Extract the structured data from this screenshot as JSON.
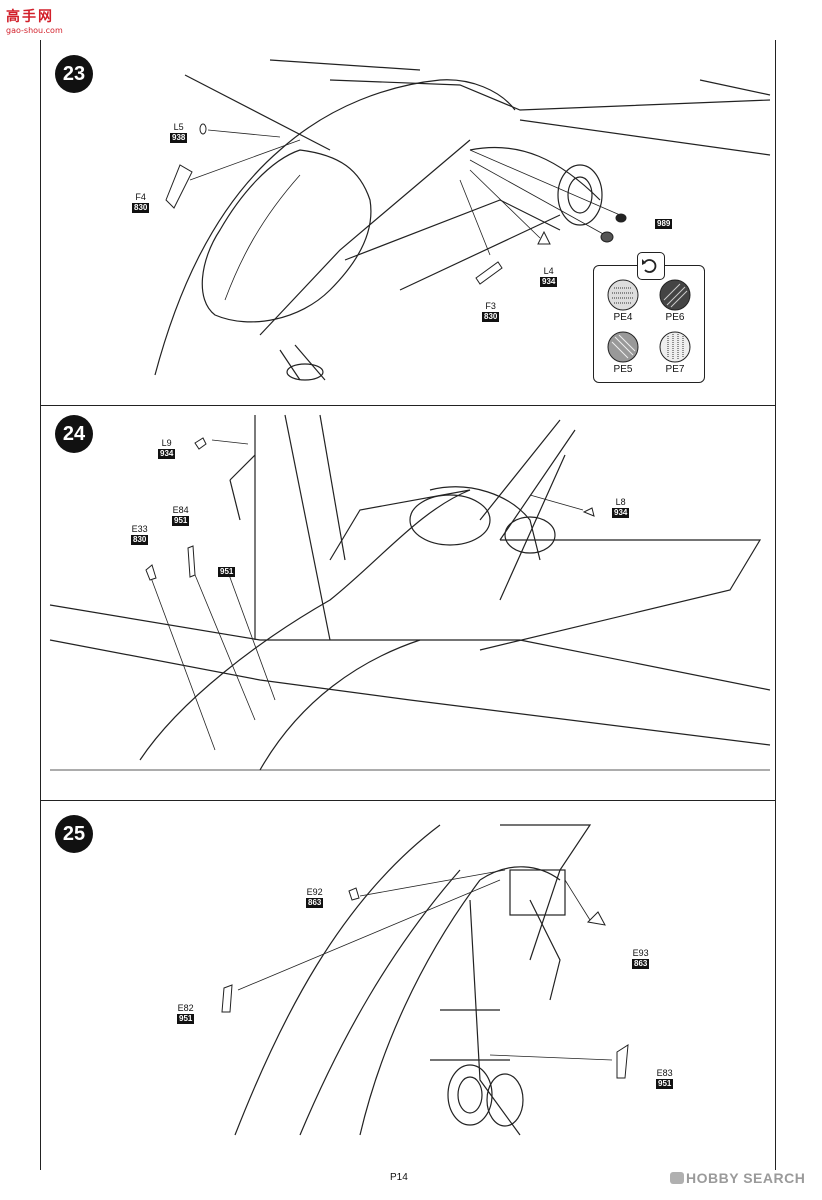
{
  "site_logo": {
    "text": "高手网",
    "url": "gao-shou.com"
  },
  "steps": [
    {
      "number": "23"
    },
    {
      "number": "24"
    },
    {
      "number": "25"
    }
  ],
  "parts": {
    "l5": {
      "name": "L5",
      "code": "938"
    },
    "f4": {
      "name": "F4",
      "code": "830"
    },
    "l4": {
      "name": "L4",
      "code": "934"
    },
    "f3": {
      "name": "F3",
      "code": "830"
    },
    "c989": {
      "code": "989"
    },
    "l9": {
      "name": "L9",
      "code": "934"
    },
    "l8": {
      "name": "L8",
      "code": "934"
    },
    "e84": {
      "name": "E84",
      "code": "951"
    },
    "e33": {
      "name": "E33",
      "code": "830"
    },
    "c951": {
      "code": "951"
    },
    "e92": {
      "name": "E92",
      "code": "863"
    },
    "e93": {
      "name": "E93",
      "code": "863"
    },
    "e82": {
      "name": "E82",
      "code": "951"
    },
    "e83": {
      "name": "E83",
      "code": "951"
    }
  },
  "pe_options": [
    {
      "label": "PE4"
    },
    {
      "label": "PE6"
    },
    {
      "label": "PE5"
    },
    {
      "label": "PE7"
    }
  ],
  "page_number": "P14",
  "watermark": "HOBBY SEARCH"
}
